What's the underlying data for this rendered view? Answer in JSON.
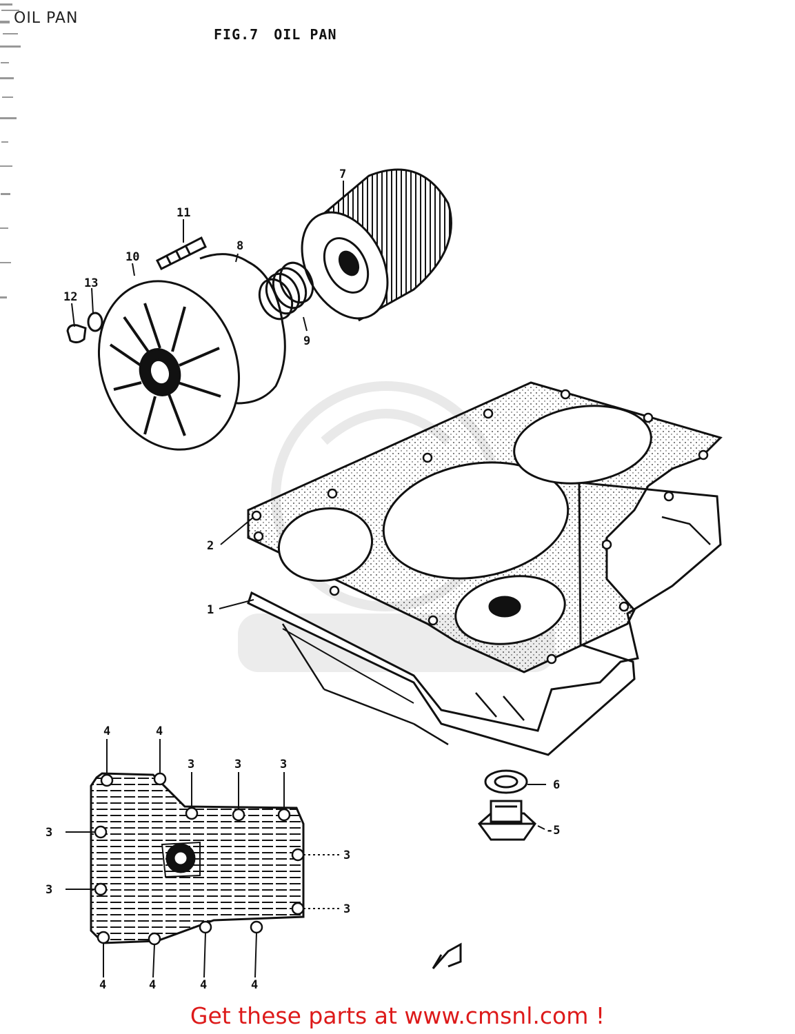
{
  "page_label": "OIL PAN",
  "figure": {
    "number": "FIG.7",
    "name": "OIL PAN"
  },
  "callouts": {
    "c1": "1",
    "c2": "2",
    "c3": "3",
    "c4": "4",
    "c5": "5",
    "c6": "6",
    "c7": "7",
    "c8": "8",
    "c9": "9",
    "c10": "10",
    "c11": "11",
    "c12": "12",
    "c13": "13",
    "c5b": "-5"
  },
  "footer": {
    "text": "Get these parts at www.cmsnl.com !"
  },
  "colors": {
    "footer": "#dd1a1a",
    "ink": "#111111"
  }
}
